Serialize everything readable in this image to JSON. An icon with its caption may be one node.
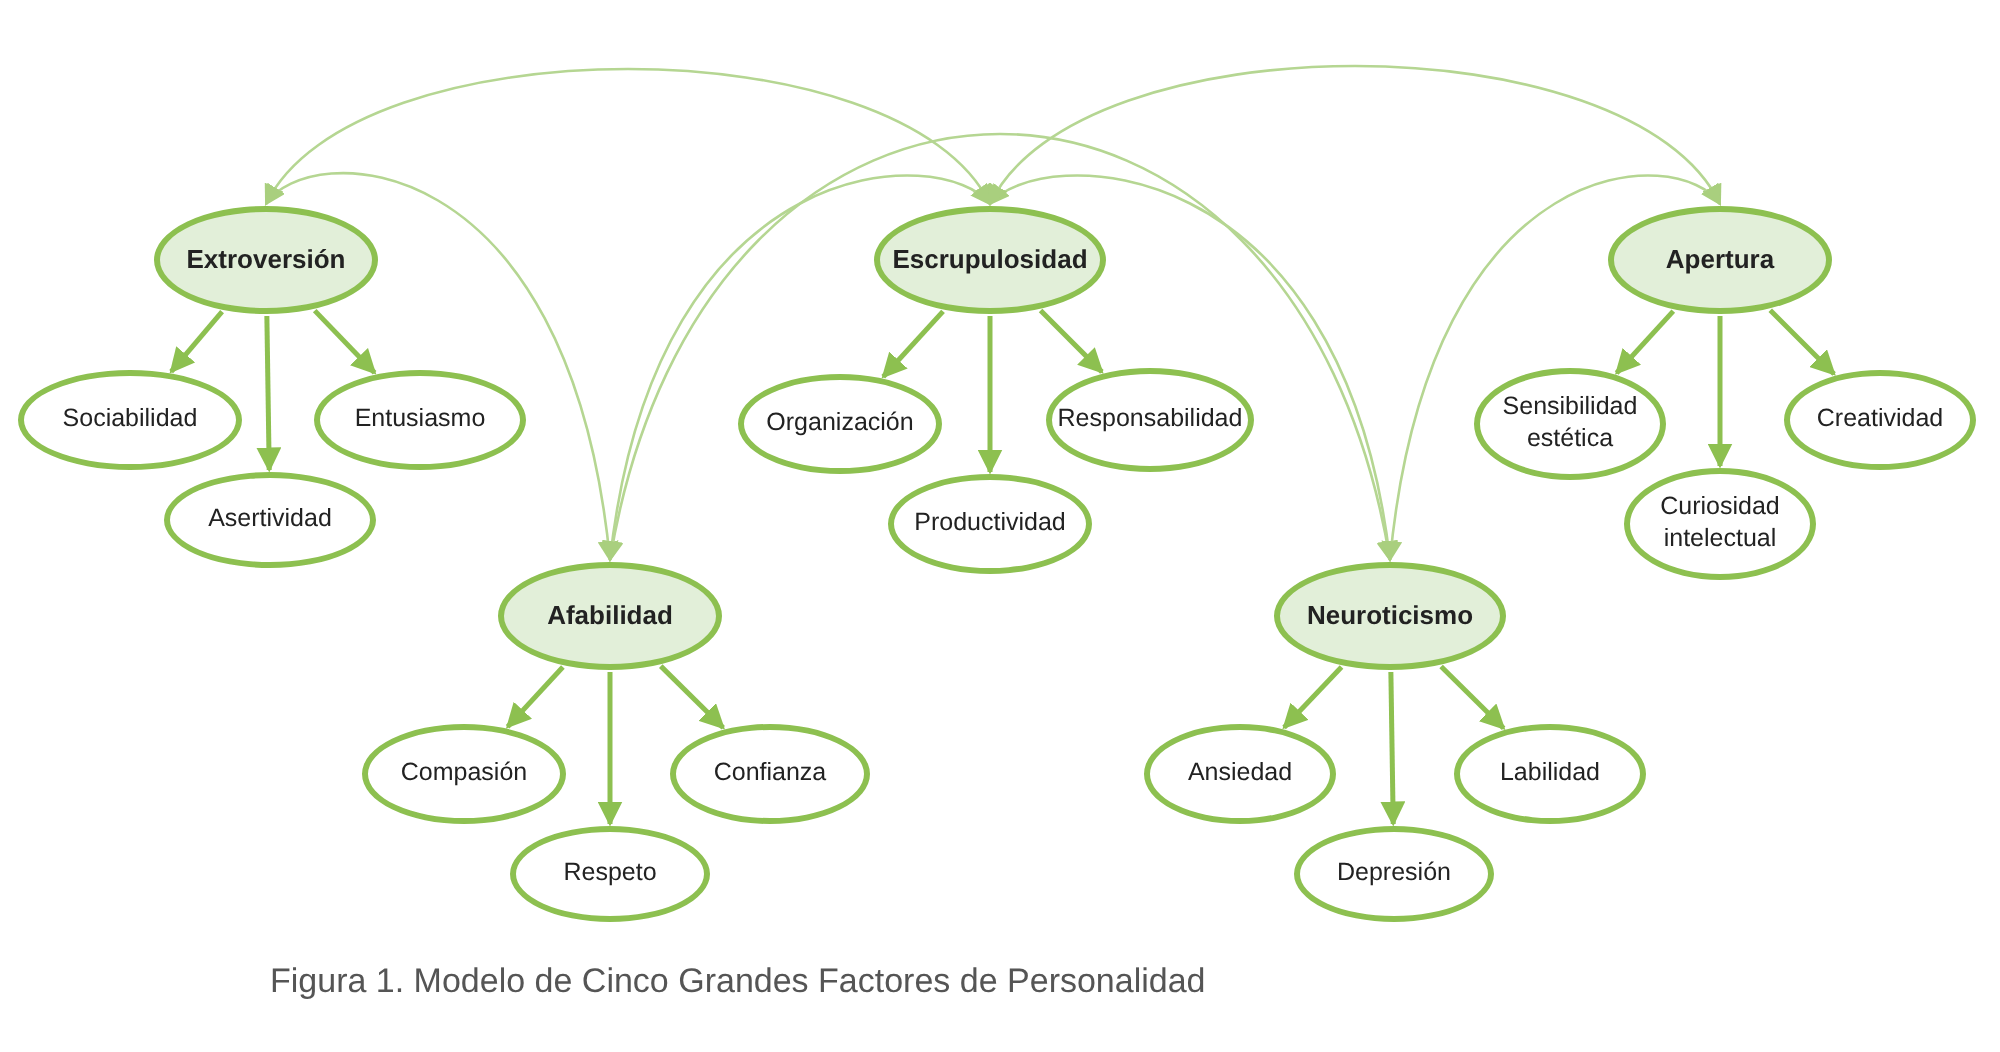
{
  "diagram": {
    "caption": "Figura 1. Modelo de Cinco Grandes Factores de Personalidad",
    "nodes": [
      {
        "text": [
          "Extroversión"
        ]
      },
      {
        "text": [
          "Sociabilidad"
        ]
      },
      {
        "text": [
          "Asertividad"
        ]
      },
      {
        "text": [
          "Entusiasmo"
        ]
      },
      {
        "text": [
          "Escrupulosidad"
        ]
      },
      {
        "text": [
          "Organización"
        ]
      },
      {
        "text": [
          "Productividad"
        ]
      },
      {
        "text": [
          "Responsabilidad"
        ]
      },
      {
        "text": [
          "Apertura"
        ]
      },
      {
        "text": [
          "Sensibilidad estética"
        ]
      },
      {
        "text": [
          "Curiosidad intelectual"
        ]
      },
      {
        "text": [
          "Creatividad"
        ]
      },
      {
        "text": [
          "Afabilidad"
        ]
      },
      {
        "text": [
          "Compasión"
        ]
      },
      {
        "text": [
          "Respeto"
        ]
      },
      {
        "text": [
          "Confianza"
        ]
      },
      {
        "text": [
          "Neuroticismo"
        ]
      },
      {
        "text": [
          "Ansiedad"
        ]
      },
      {
        "text": [
          "Depresión"
        ]
      },
      {
        "text": [
          "Labilidad"
        ]
      }
    ],
    "edges": [
      {
        "from": 0,
        "to": 1,
        "arrow": "to"
      },
      {
        "from": 0,
        "to": 2,
        "arrow": "to"
      },
      {
        "from": 0,
        "to": 3,
        "arrow": "to"
      },
      {
        "from": 4,
        "to": 5,
        "arrow": "to"
      },
      {
        "from": 4,
        "to": 6,
        "arrow": "to"
      },
      {
        "from": 4,
        "to": 7,
        "arrow": "to"
      },
      {
        "from": 8,
        "to": 9,
        "arrow": "to"
      },
      {
        "from": 8,
        "to": 10,
        "arrow": "to"
      },
      {
        "from": 8,
        "to": 11,
        "arrow": "to"
      },
      {
        "from": 12,
        "to": 13,
        "arrow": "to"
      },
      {
        "from": 12,
        "to": 14,
        "arrow": "to"
      },
      {
        "from": 12,
        "to": 15,
        "arrow": "to"
      },
      {
        "from": 16,
        "to": 17,
        "arrow": "to"
      },
      {
        "from": 16,
        "to": 18,
        "arrow": "to"
      },
      {
        "from": 16,
        "to": 19,
        "arrow": "to"
      },
      {
        "from": 0,
        "to": 4,
        "arrow": "both",
        "color": "#b5d692"
      },
      {
        "from": 0,
        "to": 12,
        "arrow": "both",
        "color": "#b5d692"
      },
      {
        "from": 4,
        "to": 12,
        "arrow": "both",
        "color": "#b5d692"
      },
      {
        "from": 12,
        "to": 16,
        "arrow": "both",
        "color": "#b5d692"
      },
      {
        "from": 4,
        "to": 16,
        "arrow": "both",
        "color": "#b5d692"
      },
      {
        "from": 4,
        "to": 8,
        "arrow": "both",
        "color": "#b5d692"
      },
      {
        "from": 16,
        "to": 8,
        "arrow": "both",
        "color": "#b5d692"
      }
    ]
  }
}
